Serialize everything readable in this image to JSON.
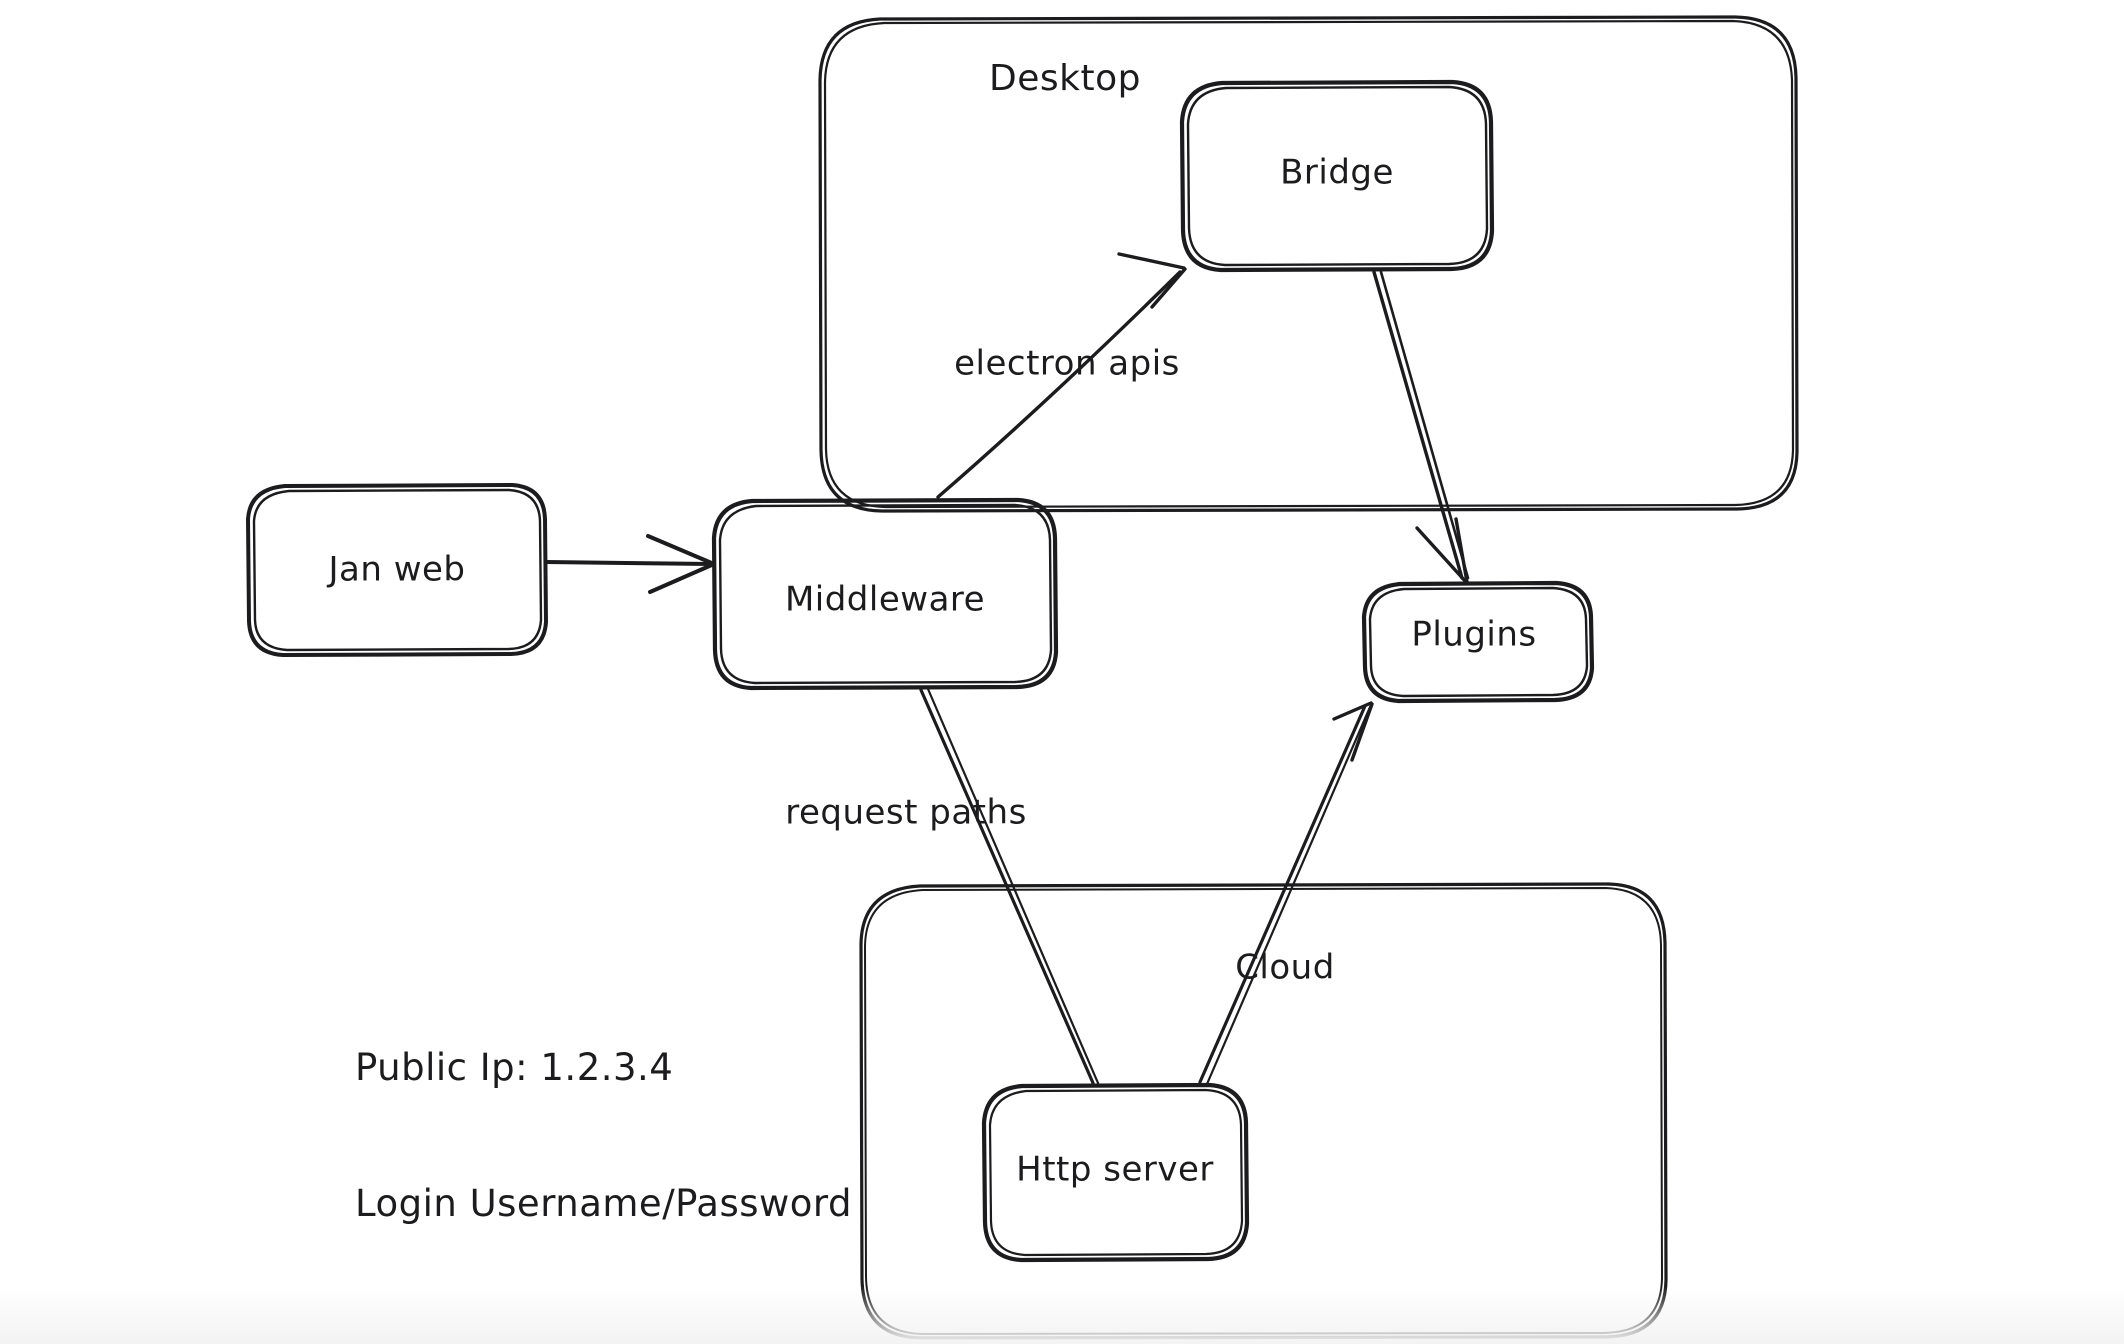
{
  "diagram": {
    "title": "Jan architecture sketch",
    "style": "hand-drawn whiteboard",
    "stroke_color": "#1c1c1e",
    "background_color": "#ffffff",
    "groups": [
      {
        "id": "desktop",
        "label": "Desktop"
      },
      {
        "id": "cloud_group",
        "label": ""
      }
    ],
    "nodes": [
      {
        "id": "jan_web",
        "label": "Jan web"
      },
      {
        "id": "middleware",
        "label": "Middleware"
      },
      {
        "id": "bridge",
        "label": "Bridge"
      },
      {
        "id": "plugins",
        "label": "Plugins"
      },
      {
        "id": "http_server",
        "label": "Http server"
      }
    ],
    "edges": [
      {
        "id": "jan_to_middleware",
        "from": "jan_web",
        "to": "middleware",
        "label": ""
      },
      {
        "id": "middleware_to_bridge",
        "from": "middleware",
        "to": "bridge",
        "label": "electron apis"
      },
      {
        "id": "bridge_to_plugins",
        "from": "bridge",
        "to": "plugins",
        "label": ""
      },
      {
        "id": "middleware_to_http",
        "from": "middleware",
        "to": "http_server",
        "label": "request paths"
      },
      {
        "id": "http_to_plugins",
        "from": "http_server",
        "to": "plugins",
        "label": "Cloud"
      }
    ],
    "notes": {
      "id": "server_credentials_note",
      "line1": "Public Ip: 1.2.3.4",
      "line2": "Login Username/Password"
    }
  }
}
